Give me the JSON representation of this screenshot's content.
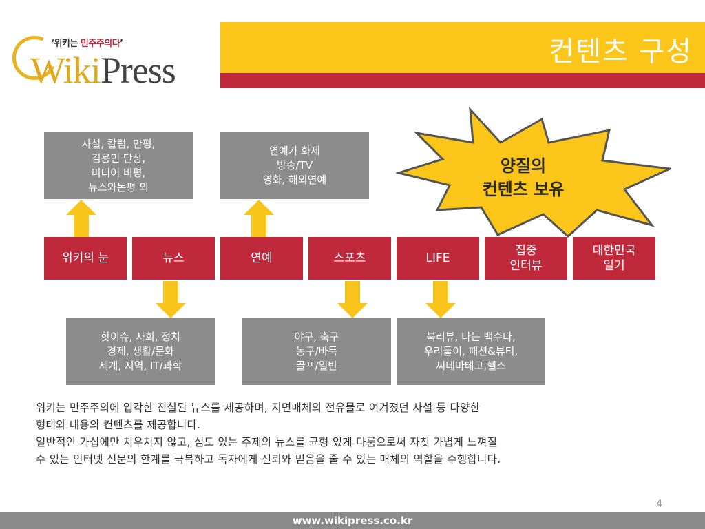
{
  "header": {
    "tagline_prefix": "‘위키는 ",
    "tagline_highlight": "민주주의다",
    "tagline_suffix": "’",
    "logo_wiki": "Wiki",
    "logo_press": "Press",
    "title": "컨텐츠 구성"
  },
  "top_boxes": {
    "wiki_eye": [
      "사설, 칼럼, 만평,",
      "김용민 단상,",
      "미디어 비평,",
      "뉴스와논평 외"
    ],
    "entertainment": [
      "연예가 화제",
      "방송/TV",
      "영화, 해외연예"
    ]
  },
  "callout": [
    "양질의",
    "컨텐츠 보유"
  ],
  "categories": [
    "위키의 눈",
    "뉴스",
    "연예",
    "스포츠",
    "LIFE",
    [
      "집중",
      "인터뷰"
    ],
    [
      "대한민국",
      "일기"
    ]
  ],
  "bottom_boxes": {
    "news": [
      "핫이슈, 사회, 정치",
      "경제, 생활/문화",
      "세계, 지역, IT/과학"
    ],
    "sports": [
      "야구, 축구",
      "농구/바둑",
      "골프/일반"
    ],
    "life": [
      "북리뷰, 나는 백수다,",
      "우리둘이, 패션&뷰티,",
      "씨네마테고,헬스"
    ]
  },
  "description": [
    "위키는 민주주의에 입각한 진실된 뉴스를 제공하며, 지면매체의 전유물로 여겨졌던 사설 등 다양한",
    "형태와 내용의 컨텐츠를 제공합니다.",
    "일반적인 가십에만 치우치지 않고, 심도 있는 주제의 뉴스를 균형 있게 다룸으로써 자칫 가볍게 느껴질",
    "수 있는 인터넷 신문의 한계를 극복하고 독자에게 신뢰와 믿음을 줄 수 있는 매체의 역할을 수행합니다."
  ],
  "page_number": "4",
  "footer_url": "www.wikipress.co.kr",
  "colors": {
    "accent_yellow": "#fbc51a",
    "accent_red": "#c0283c",
    "box_gray": "#8c8c8c",
    "arrow_yellow": "#f9c51c"
  }
}
